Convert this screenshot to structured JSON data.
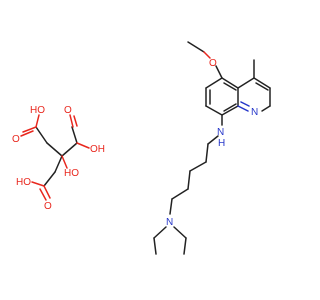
{
  "labels": {
    "o_methoxy": "O",
    "n_ring": "N",
    "nh": "N",
    "h": "H",
    "n_amine": "N",
    "citric_oh_top": "OH",
    "citric_o_top_carbonyl": "O",
    "citric_oh_left_top": "HO",
    "citric_o_left_top": "O",
    "citric_ho_center": "HO",
    "citric_oh_left_bottom": "HO",
    "citric_o_bottom": "O"
  },
  "colors": {
    "bond": "#222222",
    "oxygen": "#e8271e",
    "nitrogen": "#2637c9",
    "background": "#ffffff"
  }
}
